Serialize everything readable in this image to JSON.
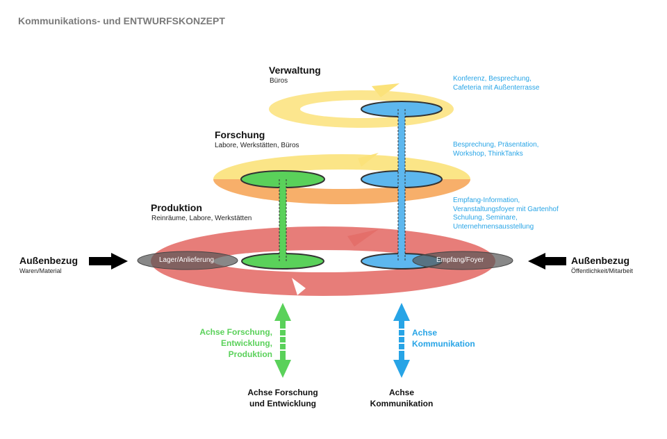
{
  "title": "Kommunikations- und ENTWURFSKONZEPT",
  "levels": {
    "verwaltung": {
      "title": "Verwaltung",
      "sub": "Büros"
    },
    "forschung": {
      "title": "Forschung",
      "sub": "Labore, Werkstätten, Büros"
    },
    "produktion": {
      "title": "Produktion",
      "sub": "Reinräume, Labore, Werkstätten"
    }
  },
  "notes": {
    "verwaltung": [
      "Konferenz, Besprechung,",
      "Cafeteria mit Außenterrasse"
    ],
    "forschung": [
      "Besprechung, Präsentation,",
      "Workshop, ThinkTanks"
    ],
    "produktion": [
      "Empfang-Information,",
      "Veranstaltungsfoyer mit Gartenhof",
      "Schulung, Seminare,",
      "Unternehmensausstellung"
    ]
  },
  "external": {
    "left": {
      "title": "Außenbezug",
      "sub": "Waren/Material"
    },
    "right": {
      "title": "Außenbezug",
      "sub": "Öffentlichkeit/Mitarbeit"
    }
  },
  "ellipse_labels": {
    "left": "Lager/Anlieferung",
    "right": "Empfang/Foyer"
  },
  "axes": {
    "green_label": [
      "Achse Forschung,",
      "Entwicklung,",
      "Produktion"
    ],
    "blue_label": [
      "Achse",
      "Kommunikation"
    ],
    "bottom_left": [
      "Achse Forschung",
      "und Entwicklung"
    ],
    "bottom_right": [
      "Achse",
      "Kommunikation"
    ]
  },
  "colors": {
    "ring_top": "#fbe27a",
    "ring_mid_top": "#fbe27a",
    "ring_mid_bottom": "#f6a65a",
    "ring_bottom": "#e46f6a",
    "green": "#5ad15a",
    "blue": "#5db7ee",
    "blue_text": "#27a4e6",
    "dark_ellipse": "#555555"
  }
}
